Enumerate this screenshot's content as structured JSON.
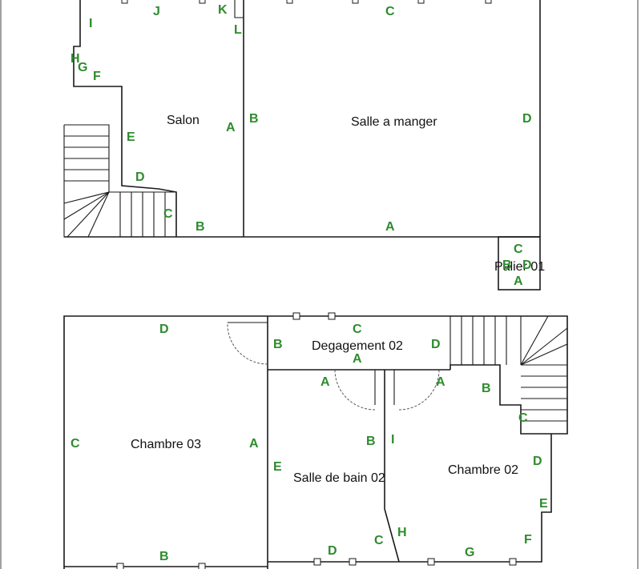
{
  "rooms": {
    "salon": "Salon",
    "salle_a_manger": "Salle a manger",
    "palier": "Palier 01",
    "degagement": "Degagement 02",
    "chambre03": "Chambre 03",
    "salle_de_bain": "Salle de bain 02",
    "chambre02": "Chambre 02"
  },
  "markers": {
    "salon": [
      "I",
      "J",
      "K",
      "L",
      "H",
      "G",
      "F",
      "E",
      "D",
      "C",
      "B",
      "A"
    ],
    "salle_a_manger": [
      "C",
      "B",
      "D",
      "A"
    ],
    "palier": [
      "C",
      "B",
      "D",
      "A"
    ],
    "degagement": [
      "C",
      "B",
      "A",
      "D"
    ],
    "chambre03": [
      "D",
      "C",
      "A",
      "B"
    ],
    "salle_de_bain": [
      "A",
      "B",
      "E",
      "D",
      "C"
    ],
    "chambre02": [
      "A",
      "I",
      "B",
      "C",
      "D",
      "E",
      "H",
      "G",
      "F"
    ]
  },
  "colors": {
    "marker": "#2e8b2e",
    "wall": "#1a1a1a",
    "background": "#ffffff"
  }
}
